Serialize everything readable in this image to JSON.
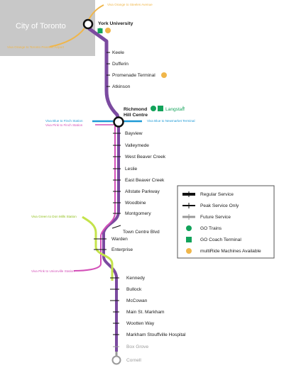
{
  "city_label": "City of Toronto",
  "colors": {
    "orange": "#f0b64a",
    "purple": "#7b4aa0",
    "magenta": "#d34fb8",
    "lime": "#c4e34b",
    "blue": "#1f9ad6",
    "go_green": "#12a35a",
    "grey": "#9a9a9a",
    "city_box": "#c8c8c8"
  },
  "connections": {
    "orange_to_steeles": "Viva Orange to Steeles Avenue",
    "orange_to_airport": "Viva Orange to Toronto Pearson Airport",
    "blue_to_finch": "Viva Blue to Finch Station",
    "pink_to_finch": "Viva Pink to Finch Station",
    "blue_to_newmarket": "Viva Blue to Newmarket Terminal",
    "green_to_don_mills": "Viva Green to Don Mills Station",
    "pink_to_unionville": "Viva Pink to Unionville Station"
  },
  "stations": {
    "york_university": "York University",
    "keele": "Keele",
    "dufferin": "Dufferin",
    "promenade_terminal": "Promenade Terminal",
    "atkinson": "Atkinson",
    "richmond_hill_centre_1": "Richmond",
    "richmond_hill_centre_2": "Hill Centre",
    "langstaff": "Langstaff",
    "bayview": "Bayview",
    "valleymede": "Valleymede",
    "west_beaver_creek": "West Beaver Creek",
    "leslie": "Leslie",
    "east_beaver_creek": "East Beaver Creek",
    "allstate_parkway": "Allstate Parkway",
    "woodbine": "Woodbine",
    "montgomery": "Montgomery",
    "town_centre_blvd": "Town Centre Blvd",
    "warden": "Warden",
    "enterprise": "Enterprise",
    "kennedy": "Kennedy",
    "bullock": "Bullock",
    "mccowan": "McCowan",
    "main_st_markham": "Main St. Markham",
    "wootten_way": "Wootten Way",
    "markham_stouffville_hospital": "Markham Stouffville Hospital",
    "box_grove": "Box Grove",
    "cornell": "Cornell"
  },
  "legend": {
    "regular_service": "Regular Service",
    "peak_service": "Peak Service Only",
    "future_service": "Future Service",
    "go_trains": "GO Trains",
    "go_coach_terminal": "GO Coach Terminal",
    "multiride_machines": "multiRide Machines Available"
  }
}
